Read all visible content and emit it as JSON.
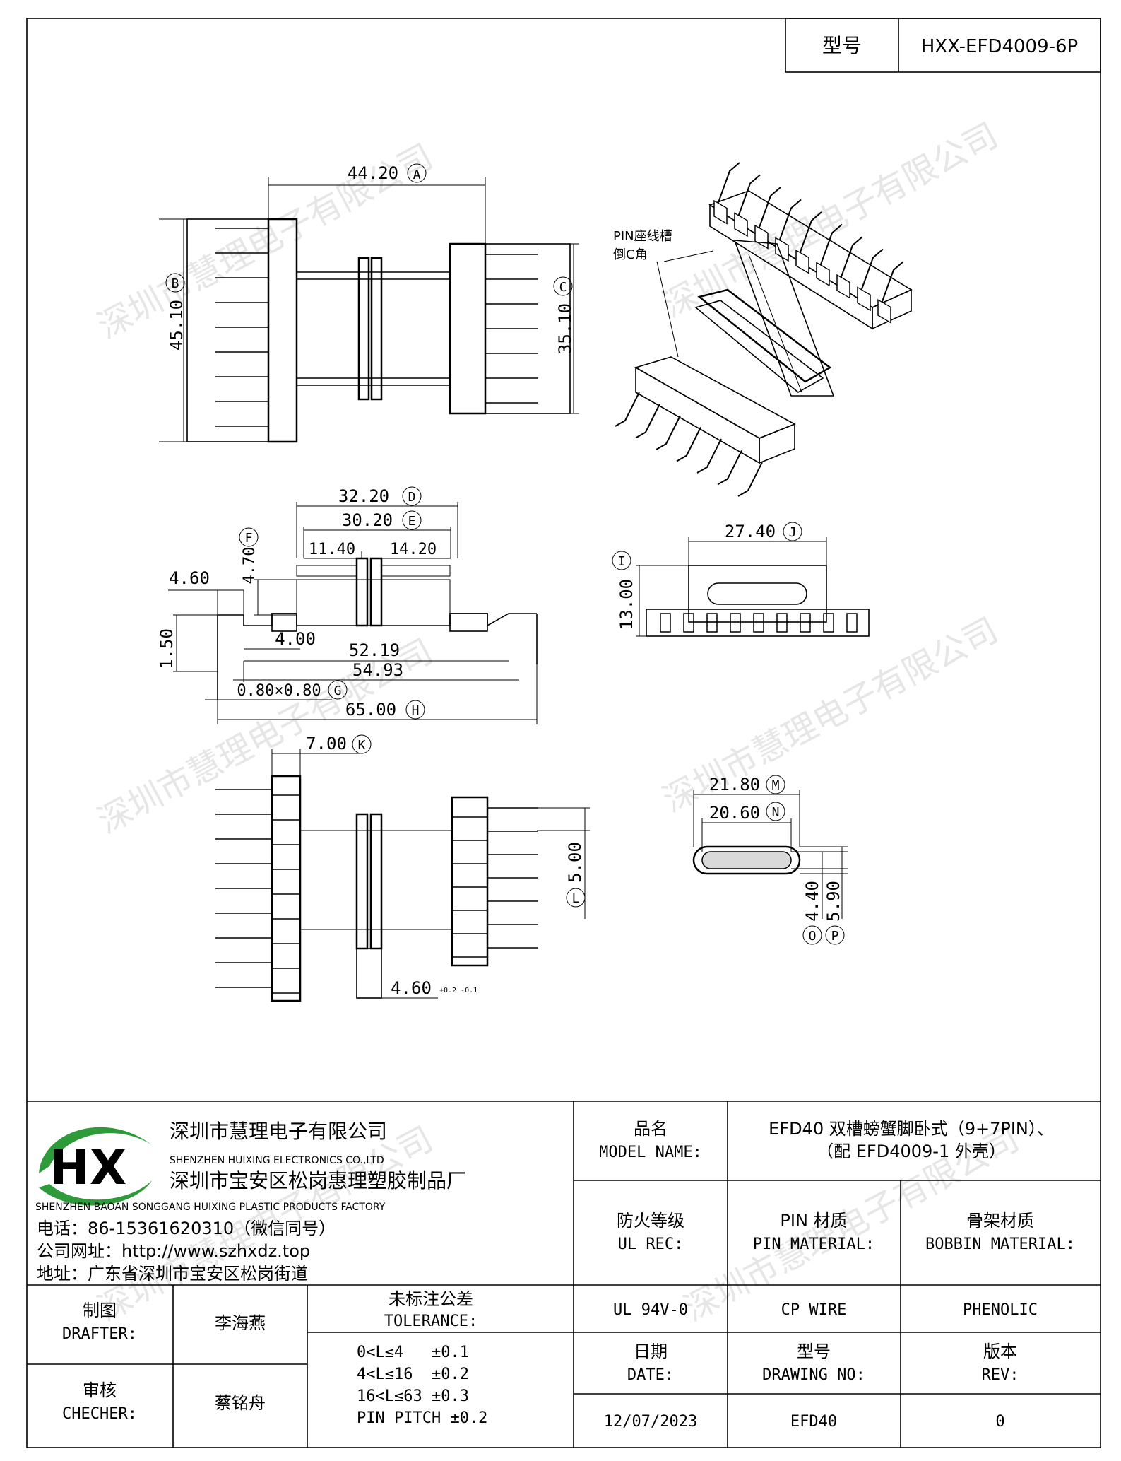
{
  "header": {
    "model_label": "型号",
    "model_value": "HXX-EFD4009-6P"
  },
  "watermark": "深圳市慧理电子有限公司",
  "drawing": {
    "top_view": {
      "dim_a": "44.20",
      "dim_b": "45.10",
      "dim_c": "35.10",
      "tag_a": "A",
      "tag_b": "B",
      "tag_c": "C"
    },
    "iso_note_line1": "PIN座线槽",
    "iso_note_line2": "倒C角",
    "side_view": {
      "dim_d": "32.20",
      "dim_e": "30.20",
      "dim_f": "4.70",
      "dim_seg1": "11.40",
      "dim_seg2": "14.20",
      "dim_460": "4.60",
      "dim_150": "1.50",
      "dim_400": "4.00",
      "dim_5219": "52.19",
      "dim_5493": "54.93",
      "dim_g": "0.80×0.80",
      "dim_h": "65.00",
      "tag_d": "D",
      "tag_e": "E",
      "tag_f": "F",
      "tag_g": "G",
      "tag_h": "H"
    },
    "end_view": {
      "dim_j": "27.40",
      "dim_i": "13.00",
      "tag_j": "J",
      "tag_i": "I"
    },
    "bottom_view": {
      "dim_k": "7.00",
      "dim_l": "5.00",
      "dim_slot": "4.60",
      "dim_slot_tol": "+0.2 -0.1",
      "tag_k": "K",
      "tag_l": "L"
    },
    "section_view": {
      "dim_m": "21.80",
      "dim_n": "20.60",
      "dim_o": "4.40",
      "dim_p": "5.90",
      "tag_m": "M",
      "tag_n": "N",
      "tag_o": "O",
      "tag_p": "P"
    }
  },
  "title_block": {
    "company_cn": "深圳市慧理电子有限公司",
    "company_en": "SHENZHEN HUIXING ELECTRONICS CO.,LTD",
    "factory_cn": "深圳市宝安区松岗惠理塑胶制品厂",
    "factory_en": "SHENZHEN BAOAN SONGGANG HUIXING PLASTIC PRODUCTS FACTORY",
    "logo_letters": "HX",
    "phone": "电话：86-15361620310（微信同号）",
    "website": "公司网址：http://www.szhxdz.top",
    "address": "地址：广东省深圳市宝安区松岗街道",
    "model_name_cn": "品名",
    "model_name_en": "MODEL NAME:",
    "product_name_line1": "EFD40 双槽螃蟹脚卧式（9+7PIN）、",
    "product_name_line2": "（配 EFD4009-1 外壳）",
    "ul_rec_cn": "防火等级",
    "ul_rec_en": "UL REC:",
    "pin_material_cn": "PIN 材质",
    "pin_material_en": "PIN MATERIAL:",
    "bobbin_material_cn": "骨架材质",
    "bobbin_material_en": "BOBBIN MATERIAL:",
    "ul_value": "UL 94V-0",
    "pin_value": "CP WIRE",
    "bobbin_value": "PHENOLIC",
    "drafter_cn": "制图",
    "drafter_en": "DRAFTER:",
    "drafter_name": "李海燕",
    "checker_cn": "审核",
    "checker_en": "CHECHER:",
    "checker_name": "蔡铭舟",
    "tolerance_cn": "未标注公差",
    "tolerance_en": "TOLERANCE:",
    "tolerances": [
      "0<L≤4   ±0.1",
      "4<L≤16  ±0.2",
      "16<L≤63 ±0.3",
      "PIN PITCH ±0.2"
    ],
    "date_cn": "日期",
    "date_en": "DATE:",
    "drawing_no_cn": "型号",
    "drawing_no_en": "DRAWING NO:",
    "rev_cn": "版本",
    "rev_en": "REV:",
    "date_value": "12/07/2023",
    "drawing_no_value": "EFD40",
    "rev_value": "0"
  }
}
